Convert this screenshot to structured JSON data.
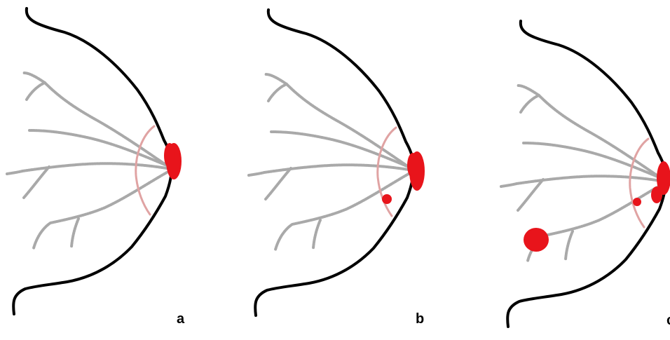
{
  "colors": {
    "outline": "#000000",
    "duct": "#a9a9a9",
    "areola": "#e0a3a3",
    "lesion": "#e8141b",
    "background": "#ffffff"
  },
  "panels": [
    {
      "label": "a"
    },
    {
      "label": "b"
    },
    {
      "label": "c"
    }
  ]
}
